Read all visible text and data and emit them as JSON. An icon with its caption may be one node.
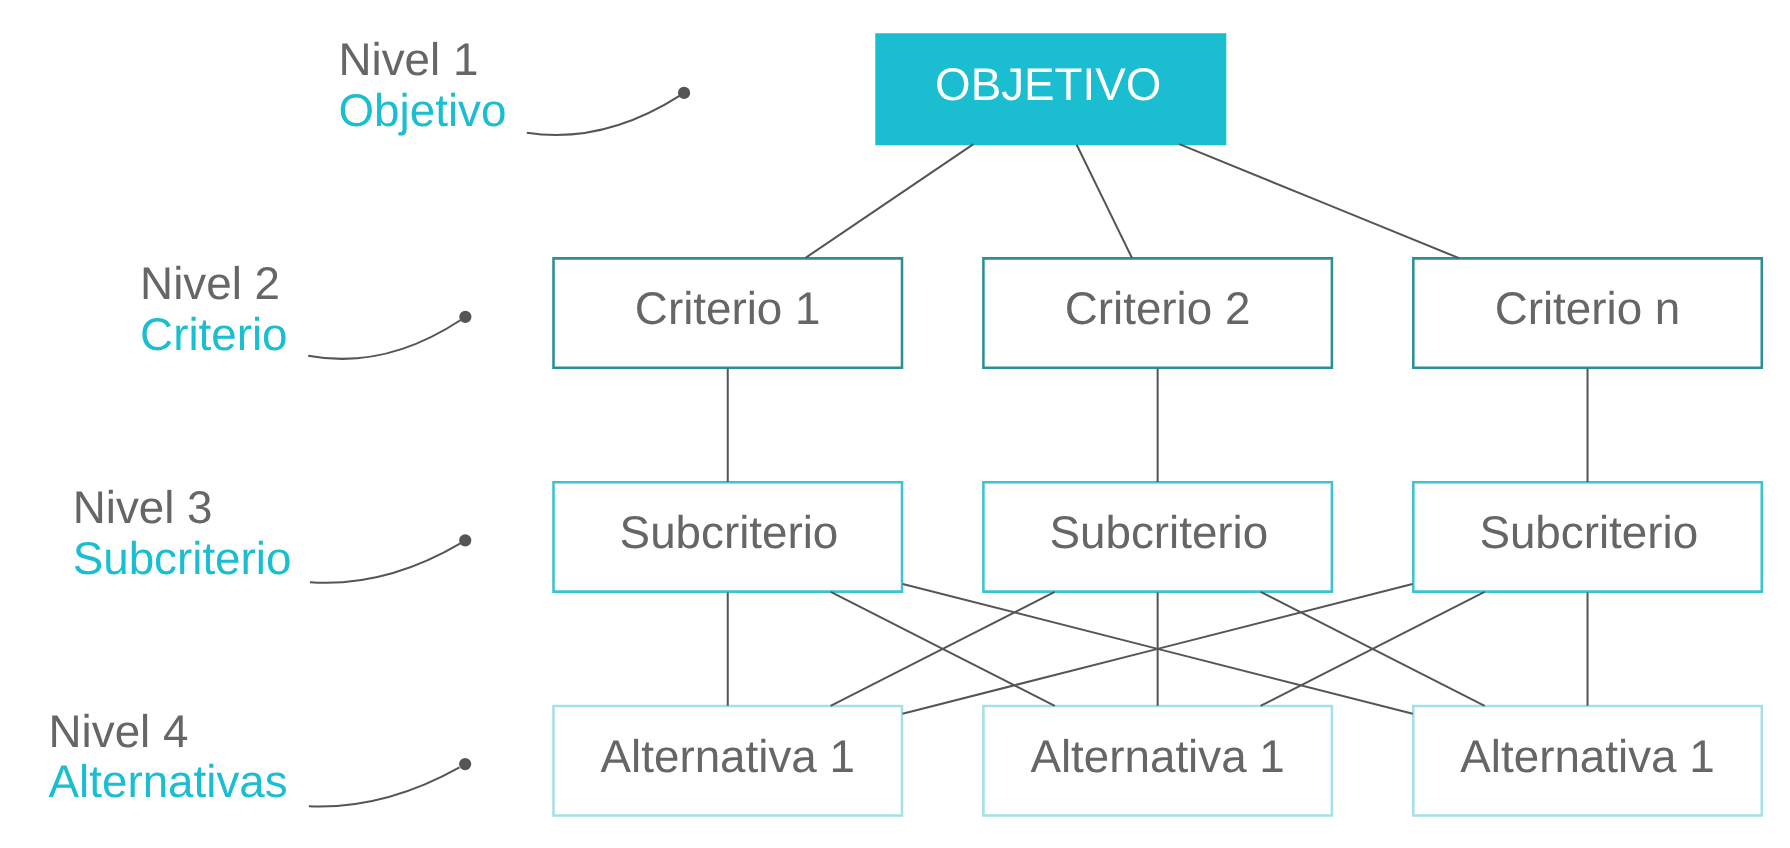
{
  "diagram": {
    "nodes": [
      {
        "text": [
          "Nivel 1",
          "Objetivo"
        ]
      },
      {
        "text": [
          "OBJETIVO"
        ]
      },
      {
        "text": [
          "Nivel 2",
          "Criterio"
        ]
      },
      {
        "text": [
          "Criterio 1"
        ]
      },
      {
        "text": [
          "Criterio 2"
        ]
      },
      {
        "text": [
          "Criterio n"
        ]
      },
      {
        "text": [
          "Nivel 3",
          "Subcriterio"
        ]
      },
      {
        "text": [
          "Subcriterio"
        ]
      },
      {
        "text": [
          "Subcriterio"
        ]
      },
      {
        "text": [
          "Subcriterio"
        ]
      },
      {
        "text": [
          "Nivel 4",
          "Alternativas"
        ]
      },
      {
        "text": [
          "Alternativa 1"
        ]
      },
      {
        "text": [
          "Alternativa 1"
        ]
      },
      {
        "text": [
          "Alternativa 1"
        ]
      }
    ],
    "edges": [
      {
        "from": 0,
        "to": null,
        "arrow": "other"
      },
      {
        "from": 2,
        "to": null,
        "arrow": "other"
      },
      {
        "from": 6,
        "to": null,
        "arrow": "other"
      },
      {
        "from": 10,
        "to": null,
        "arrow": "other"
      },
      {
        "from": 1,
        "to": 3,
        "arrow": "none"
      },
      {
        "from": 1,
        "to": 4,
        "arrow": "none"
      },
      {
        "from": 1,
        "to": 5,
        "arrow": "none"
      },
      {
        "from": 3,
        "to": 7,
        "arrow": "none"
      },
      {
        "from": 4,
        "to": 8,
        "arrow": "none"
      },
      {
        "from": 5,
        "to": 9,
        "arrow": "none"
      },
      {
        "from": 7,
        "to": 11,
        "arrow": "none"
      },
      {
        "from": 7,
        "to": 12,
        "arrow": "none"
      },
      {
        "from": 7,
        "to": 13,
        "arrow": "none"
      },
      {
        "from": 8,
        "to": 11,
        "arrow": "none"
      },
      {
        "from": 8,
        "to": 12,
        "arrow": "none"
      },
      {
        "from": 8,
        "to": 13,
        "arrow": "none"
      },
      {
        "from": 9,
        "to": 11,
        "arrow": "none"
      },
      {
        "from": 9,
        "to": 12,
        "arrow": "none"
      },
      {
        "from": 9,
        "to": 13,
        "arrow": "none"
      }
    ]
  }
}
